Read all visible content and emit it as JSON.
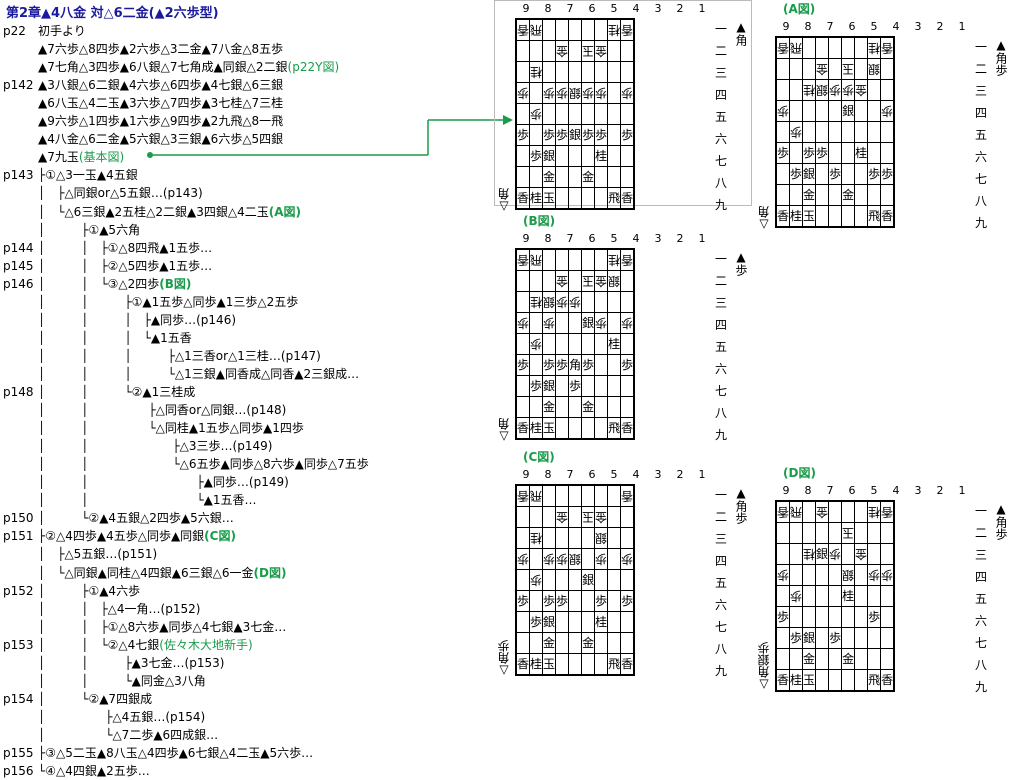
{
  "title": "第2章▲4八金 対△6二金(▲2六歩型)",
  "tree": [
    {
      "p": "p22",
      "t": "初手より"
    },
    {
      "p": "",
      "t": "▲7六歩△8四歩▲2六歩△3二金▲7八金△8五歩"
    },
    {
      "p": "",
      "t": "▲7七角△3四歩▲6八銀△7七角成▲同銀△2二銀",
      "g": "(p22Y図)"
    },
    {
      "p": "p142",
      "t": "▲3八銀△6二銀▲4六歩△6四歩▲4七銀△6三銀"
    },
    {
      "p": "",
      "t": "▲6八玉△4二玉▲3六歩△7四歩▲3七桂△7三桂"
    },
    {
      "p": "",
      "t": "▲9六歩△1四歩▲1六歩△9四歩▲2九飛△8一飛"
    },
    {
      "p": "",
      "t": "▲4八金△6二金▲5六銀△3三銀▲6六歩△5四銀"
    },
    {
      "p": "",
      "t": "▲7九玉",
      "g": "(基本図)"
    },
    {
      "p": "p143",
      "t": "├①△3一玉▲4五銀"
    },
    {
      "p": "",
      "t": "│　├△同銀or△5五銀…(p143)"
    },
    {
      "p": "",
      "t": "│　└△6三銀▲2五桂△2二銀▲3四銀△4二玉",
      "gb": "(A図)"
    },
    {
      "p": "",
      "t": "│　　　├①▲5六角"
    },
    {
      "p": "p144",
      "t": "│　　　│　├①△8四飛▲1五歩…"
    },
    {
      "p": "p145",
      "t": "│　　　│　├②△5四歩▲1五歩…"
    },
    {
      "p": "p146",
      "t": "│　　　│　└③△2四歩",
      "gb": "(B図)"
    },
    {
      "p": "",
      "t": "│　　　│　　　├①▲1五歩△同歩▲1三歩△2五歩"
    },
    {
      "p": "",
      "t": "│　　　│　　　│　├▲同歩…(p146)"
    },
    {
      "p": "",
      "t": "│　　　│　　　│　└▲1五香"
    },
    {
      "p": "",
      "t": "│　　　│　　　│　　　├△1三香or△1三桂…(p147)"
    },
    {
      "p": "",
      "t": "│　　　│　　　│　　　└△1三銀▲同香成△同香▲2三銀成…"
    },
    {
      "p": "p148",
      "t": "│　　　│　　　└②▲1三桂成"
    },
    {
      "p": "",
      "t": "│　　　│　　　　　├△同香or△同銀…(p148)"
    },
    {
      "p": "",
      "t": "│　　　│　　　　　└△同桂▲1五歩△同歩▲1四歩"
    },
    {
      "p": "",
      "t": "│　　　│　　　　　　　├△3三歩…(p149)"
    },
    {
      "p": "",
      "t": "│　　　│　　　　　　　└△6五歩▲同歩△8六歩▲同歩△7五歩"
    },
    {
      "p": "",
      "t": "│　　　│　　　　　　　　　├▲同歩…(p149)"
    },
    {
      "p": "",
      "t": "│　　　│　　　　　　　　　└▲1五香…"
    },
    {
      "p": "p150",
      "t": "│　　　└②▲4五銀△2四歩▲5六銀…"
    },
    {
      "p": "p151",
      "t": "├②△4四歩▲4五歩△同歩▲同銀",
      "gb": "(C図)"
    },
    {
      "p": "",
      "t": "│　├△5五銀…(p151)"
    },
    {
      "p": "",
      "t": "│　└△同銀▲同桂△4四銀▲6三銀△6一金",
      "gb": "(D図)"
    },
    {
      "p": "p152",
      "t": "│　　　├①▲4六歩"
    },
    {
      "p": "",
      "t": "│　　　│　├△4一角…(p152)"
    },
    {
      "p": "",
      "t": "│　　　│　├①△8六歩▲同歩△4七銀▲3七金…"
    },
    {
      "p": "p153",
      "t": "│　　　│　└②△4七銀",
      "g": "(佐々木大地新手)"
    },
    {
      "p": "",
      "t": "│　　　│　　　├▲3七金…(p153)"
    },
    {
      "p": "",
      "t": "│　　　│　　　└▲同金△3八角"
    },
    {
      "p": "p154",
      "t": "│　　　└②▲7四銀成"
    },
    {
      "p": "",
      "t": "│　　　　　├△4五銀…(p154)"
    },
    {
      "p": "",
      "t": "│　　　　　└△7二歩▲6四成銀…"
    },
    {
      "p": "p155",
      "t": "├③△5二玉▲8八玉△4四歩▲6七銀△4二玉▲5六歩…"
    },
    {
      "p": "p156",
      "t": "└④△4四銀▲2五歩…"
    }
  ],
  "files": [
    "9",
    "8",
    "7",
    "6",
    "5",
    "4",
    "3",
    "2",
    "1"
  ],
  "ranks": [
    "一",
    "二",
    "三",
    "四",
    "五",
    "六",
    "七",
    "八",
    "九"
  ],
  "boards": [
    {
      "id": "base",
      "label": "",
      "hand_top": "▲角",
      "hand_bottom": "△角",
      "cells": [
        [
          "v香",
          "v飛",
          "",
          "",
          "",
          "",
          "",
          "v桂",
          "v香"
        ],
        [
          "",
          "",
          "",
          "v金",
          "",
          "v玉",
          "v金",
          "",
          ""
        ],
        [
          "",
          "v桂",
          "",
          "",
          "",
          "",
          "",
          "",
          ""
        ],
        [
          "v歩",
          "",
          "v歩",
          "v歩",
          "v銀",
          "v歩",
          "v歩",
          "",
          "v歩"
        ],
        [
          "",
          "v歩",
          "",
          "",
          "",
          "",
          "",
          "",
          ""
        ],
        [
          "歩",
          "",
          "歩",
          "歩",
          "銀",
          "歩",
          "歩",
          "",
          "歩"
        ],
        [
          "",
          "歩",
          "銀",
          "",
          "",
          "",
          "桂",
          "",
          ""
        ],
        [
          "",
          "",
          "金",
          "",
          "",
          "金",
          "",
          "",
          ""
        ],
        [
          "香",
          "桂",
          "玉",
          "",
          "",
          "",
          "",
          "飛",
          "香"
        ]
      ]
    },
    {
      "id": "A",
      "label": "(A図)",
      "hand_top": "▲角歩",
      "hand_bottom": "△角",
      "cells": [
        [
          "v香",
          "v飛",
          "",
          "",
          "",
          "",
          "",
          "v桂",
          "v香"
        ],
        [
          "",
          "",
          "",
          "v金",
          "",
          "v玉",
          "",
          "v銀",
          ""
        ],
        [
          "",
          "",
          "v桂",
          "v銀",
          "v歩",
          "v歩",
          "v金",
          "",
          ""
        ],
        [
          "v歩",
          "",
          "",
          "",
          "",
          "銀",
          "",
          "",
          "v歩"
        ],
        [
          "",
          "v歩",
          "",
          "",
          "",
          "",
          "",
          "",
          ""
        ],
        [
          "歩",
          "",
          "歩",
          "歩",
          "",
          "",
          "桂",
          "",
          ""
        ],
        [
          "",
          "歩",
          "銀",
          "",
          "歩",
          "",
          "",
          "歩",
          "歩"
        ],
        [
          "",
          "",
          "金",
          "",
          "",
          "金",
          "",
          "",
          ""
        ],
        [
          "香",
          "桂",
          "玉",
          "",
          "",
          "",
          "",
          "飛",
          "香"
        ]
      ]
    },
    {
      "id": "B",
      "label": "(B図)",
      "hand_top": "▲歩",
      "hand_bottom": "△角",
      "cells": [
        [
          "v香",
          "v飛",
          "",
          "",
          "",
          "",
          "",
          "v桂",
          "v香"
        ],
        [
          "",
          "",
          "",
          "v金",
          "",
          "v玉",
          "v金",
          "v銀",
          ""
        ],
        [
          "",
          "v桂",
          "v銀",
          "v歩",
          "v歩",
          "",
          "",
          "",
          ""
        ],
        [
          "v歩",
          "",
          "v歩",
          "",
          "",
          "銀",
          "v歩",
          "",
          "v歩"
        ],
        [
          "",
          "v歩",
          "",
          "",
          "",
          "",
          "",
          "桂",
          ""
        ],
        [
          "歩",
          "",
          "歩",
          "歩",
          "角",
          "歩",
          "",
          "",
          "歩"
        ],
        [
          "",
          "歩",
          "銀",
          "",
          "歩",
          "",
          "",
          "",
          ""
        ],
        [
          "",
          "",
          "金",
          "",
          "",
          "金",
          "",
          "",
          ""
        ],
        [
          "香",
          "桂",
          "玉",
          "",
          "",
          "",
          "",
          "飛",
          "香"
        ]
      ]
    },
    {
      "id": "C",
      "label": "(C図)",
      "hand_top": "▲角歩",
      "hand_bottom": "△角歩",
      "cells": [
        [
          "v香",
          "v飛",
          "",
          "",
          "",
          "",
          "",
          "",
          "v香"
        ],
        [
          "",
          "",
          "",
          "v金",
          "",
          "v玉",
          "v金",
          "",
          ""
        ],
        [
          "",
          "v桂",
          "",
          "",
          "",
          "",
          "v銀",
          "",
          ""
        ],
        [
          "v歩",
          "",
          "v歩",
          "v歩",
          "v銀",
          "",
          "v歩",
          "",
          "v歩"
        ],
        [
          "",
          "v歩",
          "",
          "",
          "",
          "銀",
          "",
          "",
          ""
        ],
        [
          "歩",
          "",
          "歩",
          "歩",
          "",
          "",
          "歩",
          "",
          "歩"
        ],
        [
          "",
          "歩",
          "銀",
          "",
          "",
          "",
          "桂",
          "",
          ""
        ],
        [
          "",
          "",
          "金",
          "",
          "",
          "金",
          "",
          "",
          ""
        ],
        [
          "香",
          "桂",
          "玉",
          "",
          "",
          "",
          "",
          "飛",
          "香"
        ]
      ]
    },
    {
      "id": "D",
      "label": "(D図)",
      "hand_top": "▲角歩",
      "hand_bottom": "△角銀歩",
      "cells": [
        [
          "v香",
          "v飛",
          "",
          "v金",
          "",
          "",
          "",
          "v桂",
          "v香"
        ],
        [
          "",
          "",
          "",
          "",
          "",
          "v玉",
          "",
          "",
          ""
        ],
        [
          "",
          "",
          "v桂",
          "銀",
          "v歩",
          "",
          "v金",
          "",
          ""
        ],
        [
          "v歩",
          "",
          "",
          "",
          "",
          "v銀",
          "",
          "v歩",
          "v歩"
        ],
        [
          "",
          "v歩",
          "",
          "",
          "",
          "桂",
          "",
          "",
          ""
        ],
        [
          "歩",
          "",
          "",
          "",
          "",
          "",
          "",
          "歩",
          ""
        ],
        [
          "",
          "歩",
          "銀",
          "",
          "歩",
          "",
          "",
          "",
          ""
        ],
        [
          "",
          "",
          "金",
          "",
          "",
          "金",
          "",
          "",
          ""
        ],
        [
          "香",
          "桂",
          "玉",
          "",
          "",
          "",
          "",
          "飛",
          "香"
        ]
      ]
    }
  ]
}
